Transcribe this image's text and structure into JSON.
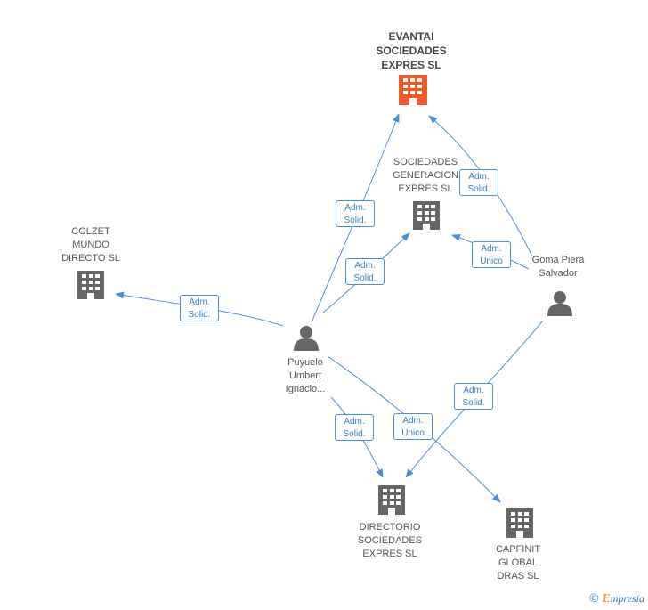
{
  "nodes": {
    "evantai": {
      "label": "EVANTAI SOCIEDADES EXPRES SL",
      "lines": [
        "EVANTAI",
        "SOCIEDADES",
        "EXPRES SL"
      ],
      "color": "#f05a28"
    },
    "generacion": {
      "lines": [
        "SOCIEDADES",
        "GENERACION",
        "EXPRES SL"
      ]
    },
    "colzet": {
      "lines": [
        "COLZET",
        "MUNDO",
        "DIRECTO SL"
      ]
    },
    "goma": {
      "lines": [
        "Goma Piera",
        "Salvador"
      ]
    },
    "puyuelo": {
      "lines": [
        "Puyuelo",
        "Umbert",
        "Ignacio..."
      ]
    },
    "directorio": {
      "lines": [
        "DIRECTORIO",
        "SOCIEDADES",
        "EXPRES SL"
      ]
    },
    "capfinit": {
      "lines": [
        "CAPFINIT",
        "GLOBAL",
        "DRAS SL"
      ]
    }
  },
  "edges": [
    {
      "id": "e1",
      "label": [
        "Adm.",
        "Solid."
      ]
    },
    {
      "id": "e2",
      "label": [
        "Adm.",
        "Solid."
      ]
    },
    {
      "id": "e3",
      "label": [
        "Adm.",
        "Solid."
      ]
    },
    {
      "id": "e4",
      "label": [
        "Adm.",
        "Unico"
      ]
    },
    {
      "id": "e5",
      "label": [
        "Adm.",
        "Solid."
      ]
    },
    {
      "id": "e6",
      "label": [
        "Adm.",
        "Solid."
      ]
    },
    {
      "id": "e7",
      "label": [
        "Adm.",
        "Unico"
      ]
    },
    {
      "id": "e8",
      "label": [
        "Adm.",
        "Solid."
      ]
    }
  ],
  "colors": {
    "edge": "#4a90d9",
    "building": "#666666",
    "person": "#666666",
    "highlight": "#f05a28"
  },
  "footer": {
    "copyright": "©",
    "brand_first": "E",
    "brand_rest": "mpresia"
  }
}
